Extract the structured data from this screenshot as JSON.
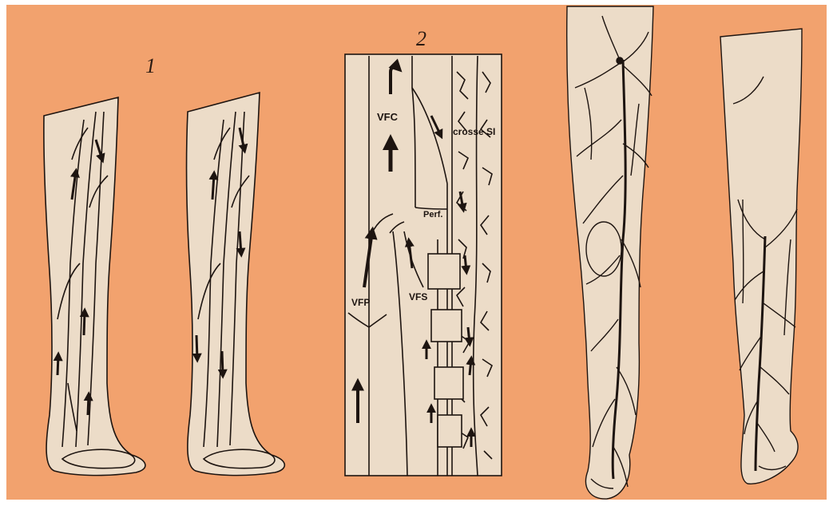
{
  "panel_numbers": {
    "first": "1",
    "second": "2"
  },
  "labels": {
    "vfc": "VFC",
    "crosse": "crosse SI",
    "perf": "Perf.",
    "vfp": "VFP",
    "vfs": "VFS"
  },
  "colors": {
    "background": "#f2a26e",
    "paper": "#ecdcc8",
    "ink": "#1d1410",
    "border": "#ffffff"
  }
}
